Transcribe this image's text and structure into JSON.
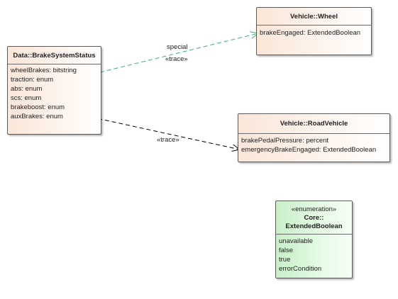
{
  "diagram": {
    "classes": {
      "brake_system_status": {
        "name": "Data::BrakeSystemStatus",
        "attributes": [
          "wheelBrakes: bitstring",
          "traction: enum",
          "abs: enum",
          "scs: enum",
          "brakeboost: enum",
          "auxBrakes: enum"
        ]
      },
      "wheel": {
        "name": "Vehicle::Wheel",
        "attributes": [
          "brakeEngaged: ExtendedBoolean"
        ]
      },
      "road_vehicle": {
        "name": "Vehicle::RoadVehicle",
        "attributes": [
          "brakePedalPressure: percent",
          "emergencyBrakeEngaged: ExtendedBoolean"
        ]
      },
      "extended_boolean": {
        "stereotype": "«enumeration»",
        "name_line1": "Core::",
        "name_line2": "ExtendedBoolean",
        "literals": [
          "unavailable",
          "false",
          "true",
          "errorCondition"
        ]
      }
    },
    "connectors": {
      "wheel_link": {
        "label_name": "special",
        "label_stereotype": "«trace»",
        "color": "#3cb371"
      },
      "road_vehicle_link": {
        "label_stereotype": "«trace»",
        "color": "#000000"
      }
    }
  }
}
